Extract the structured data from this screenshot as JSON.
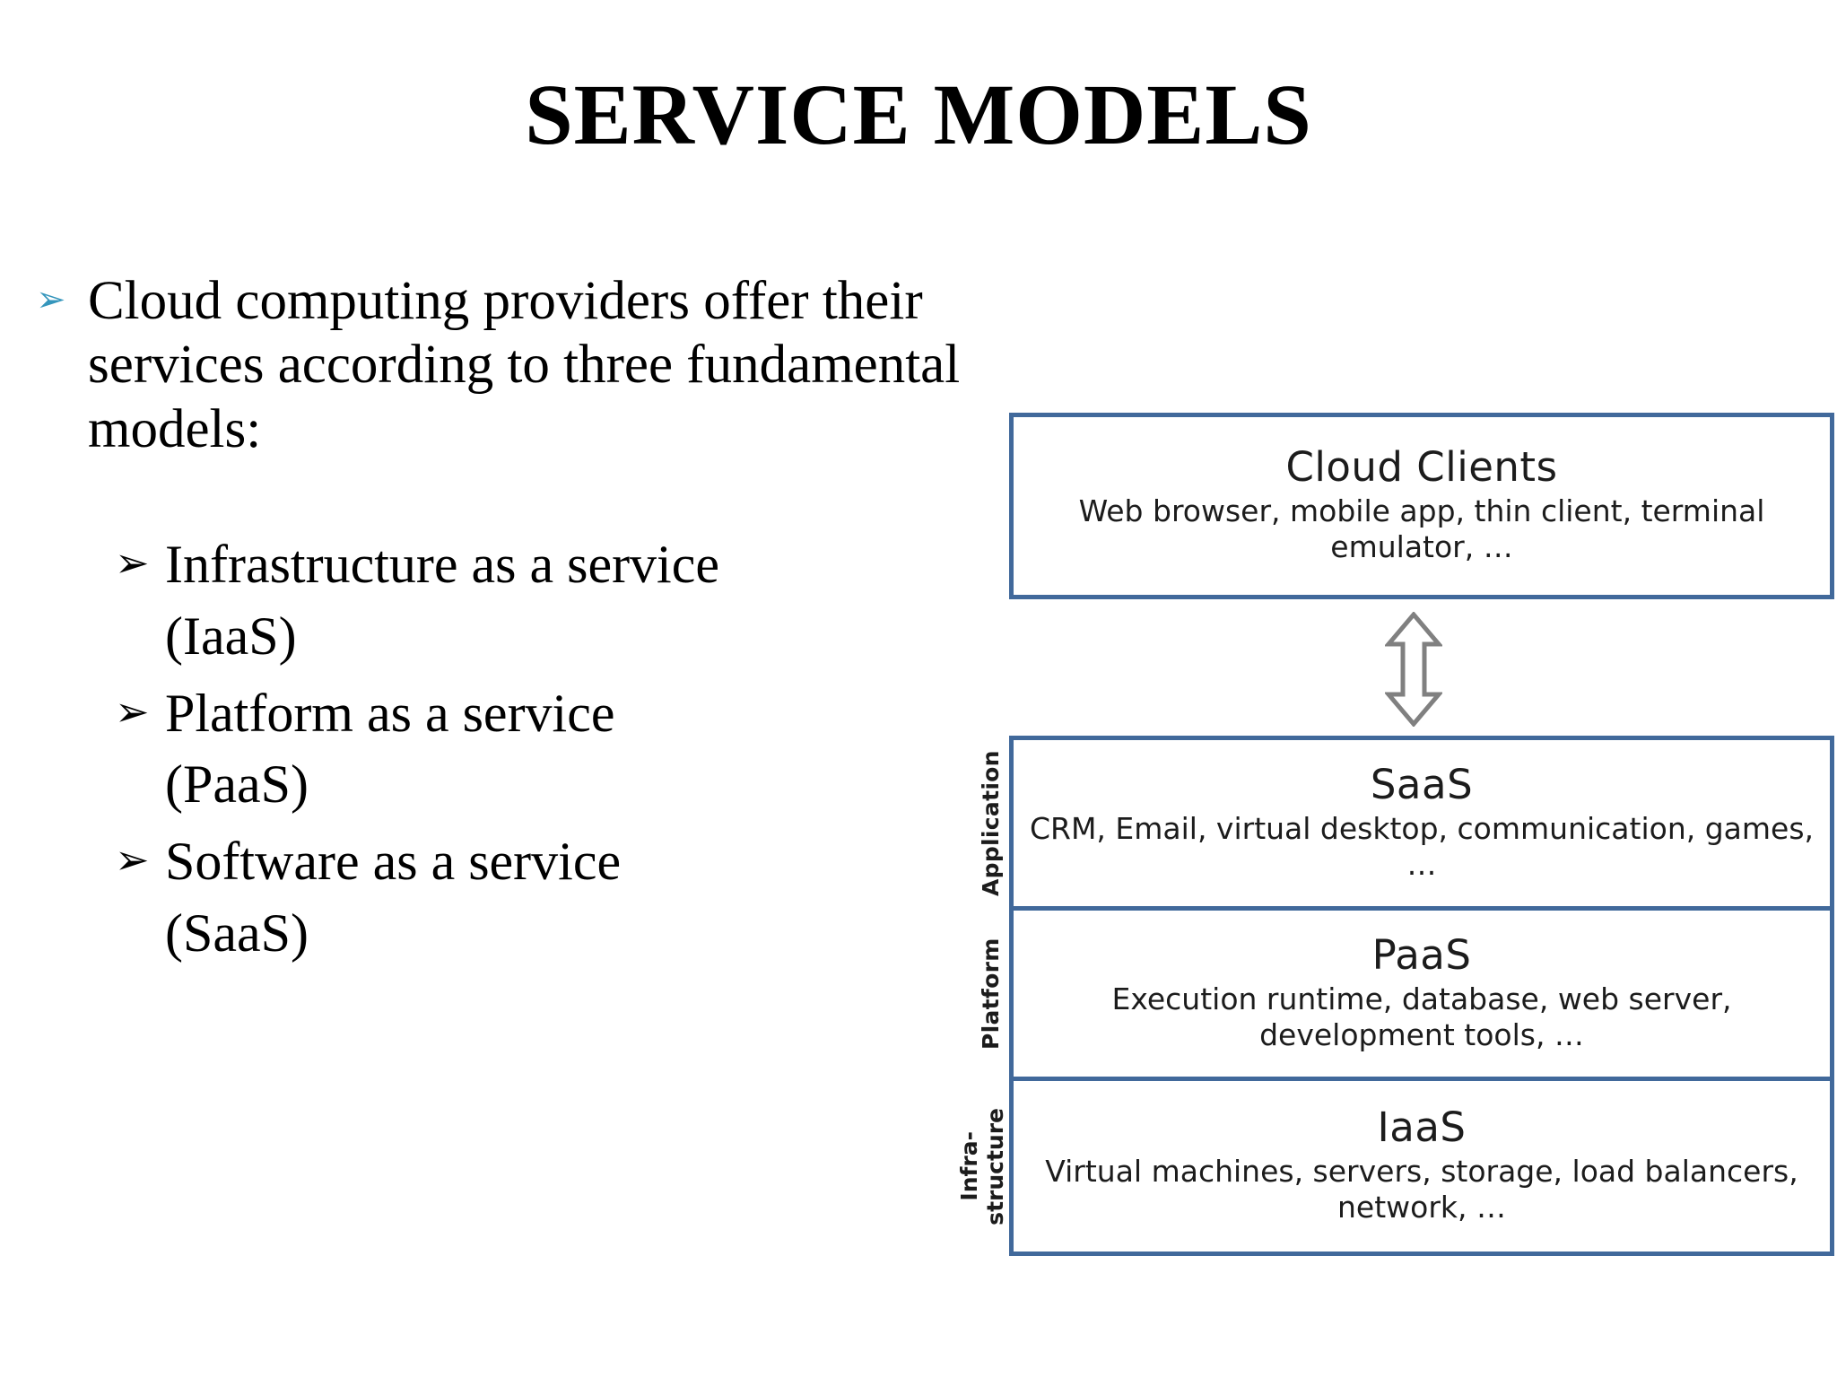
{
  "slide": {
    "title": "SERVICE MODELS"
  },
  "content": {
    "lead_bullet": {
      "marker": "➢",
      "text": "Cloud computing providers offer their services according to three fundamental models:"
    },
    "sub_bullets": [
      {
        "marker": "➢",
        "line1": "Infrastructure as a service",
        "line2": "(IaaS)"
      },
      {
        "marker": "➢",
        "line1": "Platform as a service",
        "line2": "(PaaS)"
      },
      {
        "marker": "➢",
        "line1": "Software as a service",
        "line2": "(SaaS)"
      }
    ]
  },
  "diagram": {
    "border_color": "#41699B",
    "arrow_color": "#808080",
    "boxes": [
      {
        "id": "cloud-clients",
        "title": "Cloud Clients",
        "desc": "Web browser, mobile app, thin client, terminal emulator, …"
      },
      {
        "id": "saas",
        "title": "SaaS",
        "desc": "CRM, Email, virtual desktop, communication, games, …"
      },
      {
        "id": "paas",
        "title": "PaaS",
        "desc": "Execution runtime, database, web server, development tools, …"
      },
      {
        "id": "iaas",
        "title": "IaaS",
        "desc": "Virtual machines, servers, storage, load balancers, network, …"
      }
    ],
    "side_labels": {
      "application": "Application",
      "platform": "Platform",
      "infrastructure_line1": "Infra-",
      "infrastructure_line2": "structure"
    },
    "connector": "double-headed-vertical-arrow"
  }
}
